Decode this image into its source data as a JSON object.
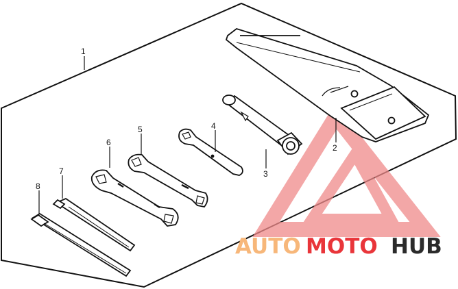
{
  "callouts": [
    "1",
    "2",
    "3",
    "4",
    "5",
    "6",
    "7",
    "8"
  ],
  "watermark": {
    "part1": "AUTO",
    "part2": "MOTO",
    "part3": "HUB",
    "color_light": "#f7b77a",
    "color_red": "#e9353a",
    "color_dark": "#2b2b2b",
    "logo_color": "#f08a8a"
  },
  "line_color": "#111111"
}
